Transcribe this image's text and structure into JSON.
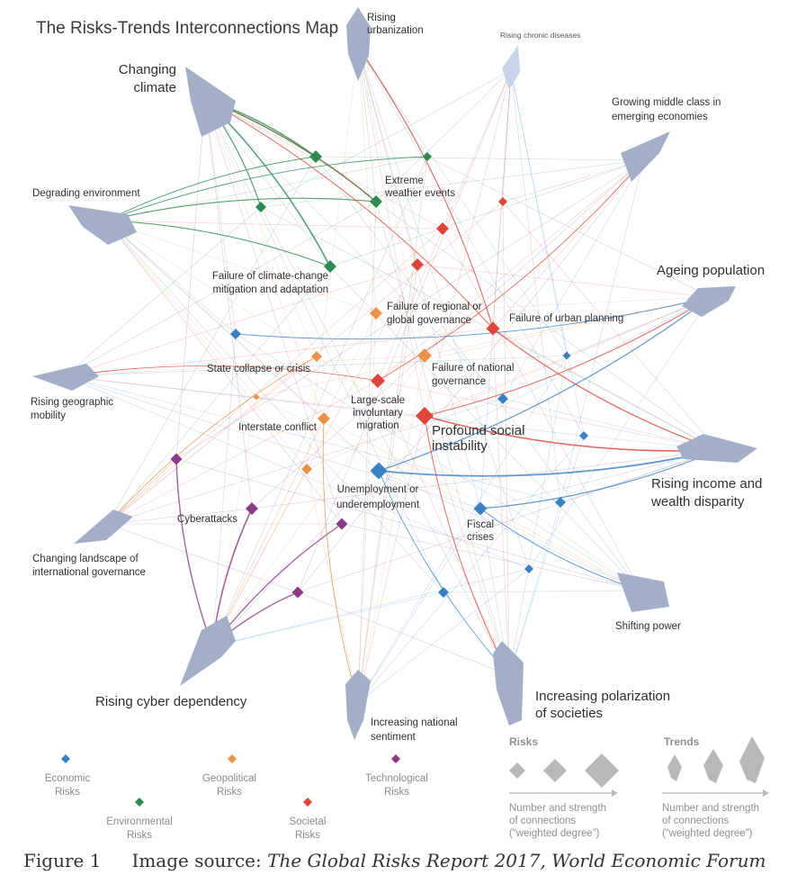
{
  "title": "The Risks-Trends Interconnections Map",
  "colors": {
    "economic": "#3a80c4",
    "environmental": "#2e8a52",
    "geopolitical": "#e8924a",
    "societal": "#e0453a",
    "technological": "#8a3b83",
    "trend": "#a3afc8",
    "trend_light": "#c6d3e8",
    "key_grey": "#b8b8b8"
  },
  "trends": [
    {
      "id": "t-urban",
      "lines": [
        "Rising",
        "urbanization"
      ]
    },
    {
      "id": "t-chronic",
      "lines": [
        "Rising chronic diseases"
      ]
    },
    {
      "id": "t-middle",
      "lines": [
        "Growing middle class in",
        "emerging economies"
      ]
    },
    {
      "id": "t-climate",
      "lines": [
        "Changing",
        "climate"
      ]
    },
    {
      "id": "t-environment",
      "lines": [
        "Degrading environment"
      ]
    },
    {
      "id": "t-ageing",
      "lines": [
        "Ageing population"
      ]
    },
    {
      "id": "t-mobility",
      "lines": [
        "Rising geographic",
        "mobility"
      ]
    },
    {
      "id": "t-income",
      "lines": [
        "Rising income and",
        "wealth disparity"
      ]
    },
    {
      "id": "t-landscape",
      "lines": [
        "Changing landscape of",
        "international governance"
      ]
    },
    {
      "id": "t-shifting",
      "lines": [
        "Shifting power"
      ]
    },
    {
      "id": "t-cyberdep",
      "lines": [
        "Rising cyber dependency"
      ]
    },
    {
      "id": "t-national",
      "lines": [
        "Increasing national",
        "sentiment"
      ]
    },
    {
      "id": "t-polarization",
      "lines": [
        "Increasing polarization",
        "of societies"
      ]
    }
  ],
  "risks": [
    {
      "id": "r-extreme-weather",
      "category": "environmental",
      "lines": [
        "Extreme",
        "weather events"
      ]
    },
    {
      "id": "r-climate-failure",
      "category": "environmental",
      "lines": [
        "Failure of climate-change",
        "mitigation and adaptation"
      ]
    },
    {
      "id": "r-regional-gov",
      "category": "geopolitical",
      "lines": [
        "Failure of regional or",
        "global governance"
      ]
    },
    {
      "id": "r-urban-planning",
      "category": "societal",
      "lines": [
        "Failure of urban planning"
      ]
    },
    {
      "id": "r-state-collapse",
      "category": "geopolitical",
      "lines": [
        "State collapse or crisis"
      ]
    },
    {
      "id": "r-national-gov",
      "category": "geopolitical",
      "lines": [
        "Failure of national",
        "governance"
      ]
    },
    {
      "id": "r-migration",
      "category": "societal",
      "lines": [
        "Large-scale",
        "involuntary",
        "migration"
      ]
    },
    {
      "id": "r-interstate",
      "category": "geopolitical",
      "lines": [
        "Interstate conflict"
      ]
    },
    {
      "id": "r-social-instability",
      "category": "societal",
      "lines": [
        "Profound social",
        "instability"
      ]
    },
    {
      "id": "r-cyberattacks",
      "category": "technological",
      "lines": [
        "Cyberattacks"
      ]
    },
    {
      "id": "r-unemployment",
      "category": "economic",
      "lines": [
        "Unemployment or",
        "underemployment"
      ]
    },
    {
      "id": "r-fiscal",
      "category": "economic",
      "lines": [
        "Fiscal",
        "crises"
      ]
    }
  ],
  "legend": {
    "categories": [
      {
        "key": "economic",
        "lines": [
          "Economic",
          "Risks"
        ]
      },
      {
        "key": "geopolitical",
        "lines": [
          "Geopolitical",
          "Risks"
        ]
      },
      {
        "key": "technological",
        "lines": [
          "Technological",
          "Risks"
        ]
      },
      {
        "key": "environmental",
        "lines": [
          "Environmental",
          "Risks"
        ]
      },
      {
        "key": "societal",
        "lines": [
          "Societal",
          "Risks"
        ]
      }
    ],
    "risks_key": {
      "title": "Risks",
      "lines": [
        "Number and strength",
        "of connections",
        "(“weighted degree”)"
      ]
    },
    "trends_key": {
      "title": "Trends",
      "lines": [
        "Number and strength",
        "of connections",
        "(“weighted degree”)"
      ]
    }
  },
  "caption": {
    "label": "Figure 1",
    "prefix": "Image source: ",
    "source": "The Global Risks Report 2017, World Economic Forum"
  }
}
